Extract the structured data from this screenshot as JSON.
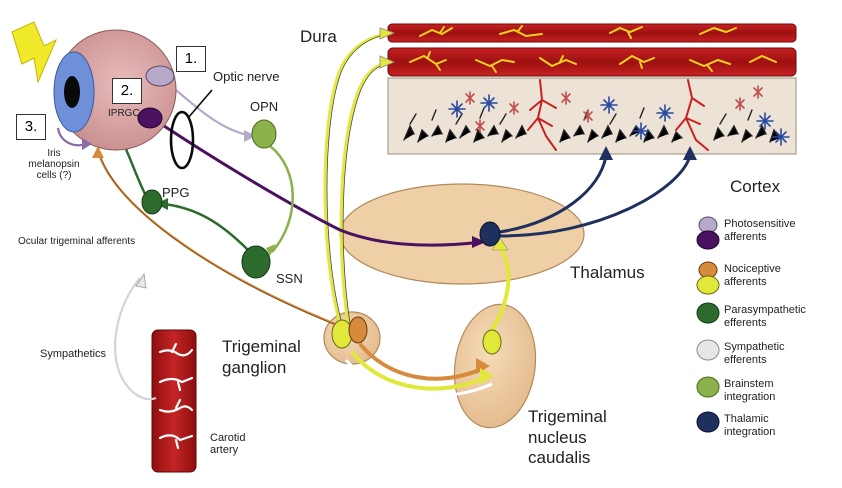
{
  "labels": {
    "dura": "Dura",
    "cortex": "Cortex",
    "thalamus": "Thalamus",
    "optic_nerve": "Optic nerve",
    "opn": "OPN",
    "ppg": "PPG",
    "ssn": "SSN",
    "iprgc": "IPRGC",
    "iris_cells": [
      "Iris",
      "melanopsin",
      "cells (?)"
    ],
    "ocular_afferents": "Ocular trigeminal afferents",
    "trigeminal_ganglion": [
      "Trigeminal",
      "ganglion"
    ],
    "sympathetics": "Sympathetics",
    "carotid_artery": [
      "Carotid",
      "artery"
    ],
    "trigeminal_nucleus": [
      "Trigeminal",
      "nucleus",
      "caudalis"
    ]
  },
  "numbered_boxes": [
    "1.",
    "2.",
    "3."
  ],
  "legend": [
    {
      "lines": [
        "Photosensitive",
        "afferents"
      ],
      "icon": "photosensitive-dots",
      "colors": [
        "#b7a9c9",
        "#4b1060"
      ]
    },
    {
      "lines": [
        "Nociceptive",
        "afferents"
      ],
      "icon": "nociceptive-dots",
      "colors": [
        "#d68a3c",
        "#e2e83a"
      ]
    },
    {
      "lines": [
        "Parasympathetic",
        "efferents"
      ],
      "icon": "parasympathetic-dot",
      "colors": [
        "#2d6b2d"
      ]
    },
    {
      "lines": [
        "Sympathetic",
        "efferents"
      ],
      "icon": "sympathetic-dot",
      "colors": [
        "#e6e6e6"
      ]
    },
    {
      "lines": [
        "Brainstem",
        "integration"
      ],
      "icon": "brainstem-dot",
      "colors": [
        "#8bb24a"
      ]
    },
    {
      "lines": [
        "Thalamic",
        "integration"
      ],
      "icon": "thalamic-dot",
      "colors": [
        "#1f2f5e"
      ]
    }
  ],
  "colors": {
    "dura_red": "#b01a1a",
    "dura_vessel": "#f2d020",
    "cortex_bg": "#ece3d6",
    "nucleus_fill": "#efcfa6",
    "carotid_red": "#b01a1a",
    "eye_pink": "#d9a8a8",
    "iris_blue": "#6f8fd8"
  }
}
